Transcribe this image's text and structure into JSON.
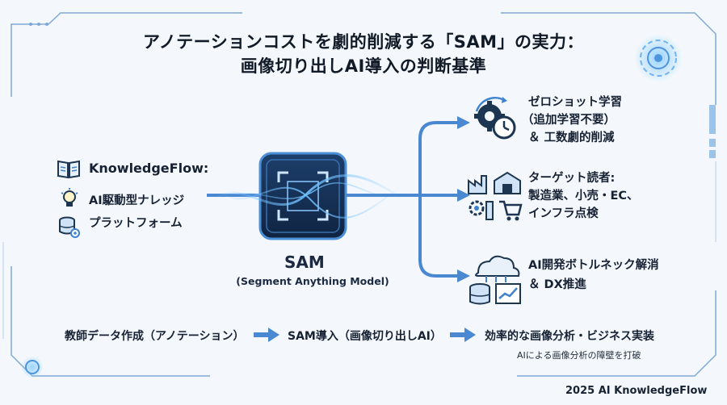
{
  "title": {
    "line1": "アノテーションコストを劇的削減する「SAM」の実力：",
    "line2": "画像切り出しAI導入の判断基準"
  },
  "knowledgeflow": {
    "label": "KnowledgeFlow:",
    "desc_line1": "AI駆動型ナレッジ",
    "desc_line2": "プラットフォーム"
  },
  "sam": {
    "title": "SAM",
    "subtitle": "(Segment Anything Model)"
  },
  "outcomes": [
    {
      "icon": "gear-clock-icon",
      "lines": [
        "ゼロショット学習",
        "（追加学習不要）",
        "＆ 工数劇的削減"
      ]
    },
    {
      "icon": "industry-retail-icon",
      "lines": [
        "ターゲット読者:",
        "製造業、小売・EC、",
        "インフラ点検"
      ]
    },
    {
      "icon": "cloud-data-icon",
      "lines": [
        "AI開発ボトルネック解消",
        "＆ DX推進"
      ]
    }
  ],
  "flow": {
    "step1": "教師データ作成（アノテーション）",
    "step2": "SAM導入（画像切り出しAI）",
    "step3": "効率的な画像分析・ビジネス実装",
    "note": "AIによる画像分析の障壁を打破"
  },
  "footer": "2025 AI KnowledgeFlow",
  "colors": {
    "accent": "#1f63b8",
    "arrow": "#3f82cf",
    "dark_icon": "#1c3550",
    "background": "#f4f8fc"
  }
}
